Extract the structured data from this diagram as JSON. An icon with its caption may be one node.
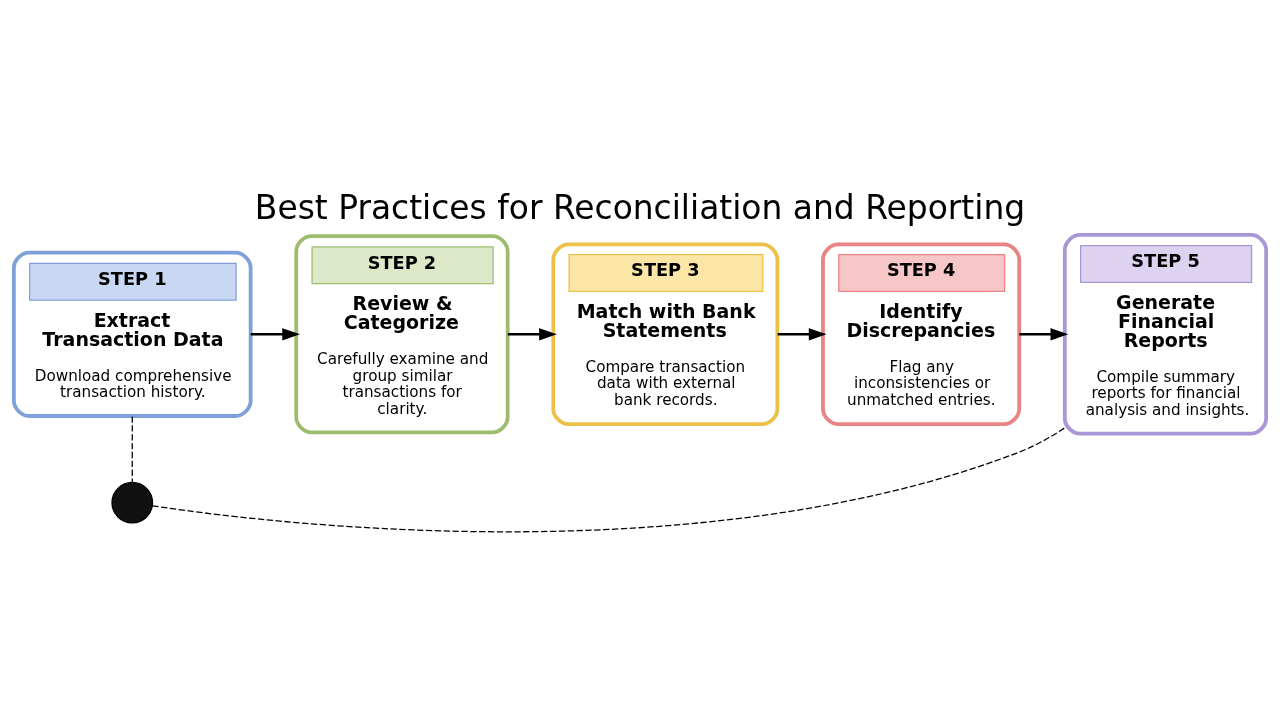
{
  "diagram": {
    "title": "Best Practices for Reconciliation and Reporting",
    "nodes": [
      {
        "text": [
          "STEP 1",
          "Extract Transaction Data",
          "Download comprehensive transaction history."
        ]
      },
      {
        "text": [
          "STEP 2",
          "Review & Categorize",
          "Carefully examine and group similar transactions for clarity."
        ]
      },
      {
        "text": [
          "STEP 3",
          "Match with Bank Statements",
          "Compare transaction data with external bank records."
        ]
      },
      {
        "text": [
          "STEP 4",
          "Identify Discrepancies",
          "Flag any inconsistencies or unmatched entries."
        ]
      },
      {
        "text": [
          "STEP 5",
          "Generate Financial Reports",
          "Compile summary reports for financial analysis and insights."
        ]
      },
      {
        "text": [],
        "shape": "circle"
      }
    ],
    "edges": [
      {
        "from": 0,
        "to": 1,
        "arrow": "to"
      },
      {
        "from": 1,
        "to": 2,
        "arrow": "to"
      },
      {
        "from": 2,
        "to": 3,
        "arrow": "to"
      },
      {
        "from": 3,
        "to": 4,
        "arrow": "to"
      },
      {
        "from": 0,
        "to": 5,
        "arrow": "none",
        "style": "dashed"
      },
      {
        "from": 5,
        "to": 4,
        "arrow": "none",
        "style": "dashed"
      }
    ]
  }
}
